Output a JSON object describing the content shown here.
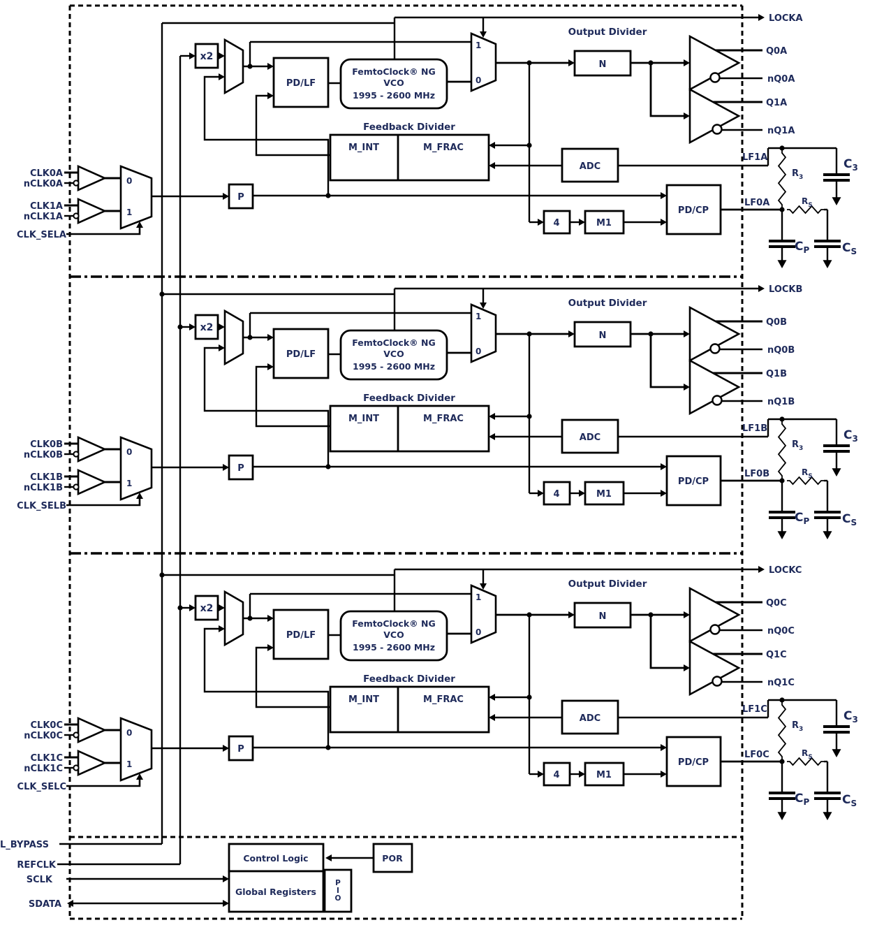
{
  "diagram": {
    "colors": {
      "line": "#000000",
      "text": "#1e2a5a",
      "background": "#ffffff"
    },
    "channels": [
      {
        "id": "a",
        "clk0": "CLK0A",
        "nclk0": "nCLK0A",
        "clk1": "CLK1A",
        "nclk1": "nCLK1A",
        "clk_sel": "CLK_SELA",
        "lock": "LOCKA",
        "q0": "Q0A",
        "nq0": "nQ0A",
        "q1": "Q1A",
        "nq1": "nQ1A",
        "lf1": "LF1A",
        "lf0": "LF0A"
      },
      {
        "id": "b",
        "clk0": "CLK0B",
        "nclk0": "nCLK0B",
        "clk1": "CLK1B",
        "nclk1": "nCLK1B",
        "clk_sel": "CLK_SELB",
        "lock": "LOCKB",
        "q0": "Q0B",
        "nq0": "nQ0B",
        "q1": "Q1B",
        "nq1": "nQ1B",
        "lf1": "LF1B",
        "lf0": "LF0B"
      },
      {
        "id": "c",
        "clk0": "CLK0C",
        "nclk0": "nCLK0C",
        "clk1": "CLK1C",
        "nclk1": "nCLK1C",
        "clk_sel": "CLK_SELC",
        "lock": "LOCKC",
        "q0": "Q0C",
        "nq0": "nQ0C",
        "q1": "Q1C",
        "nq1": "nQ1C",
        "lf1": "LF1C",
        "lf0": "LF0C"
      }
    ],
    "blocks": {
      "doubler": "x2",
      "pd_lf": "PD/LF",
      "vco_line1": "FemtoClock® NG",
      "vco_line2": "VCO",
      "vco_line3": "1995 - 2600 MHz",
      "feedback_divider_title": "Feedback Divider",
      "m_int": "M_INT",
      "m_frac": "M_FRAC",
      "p_divider": "P",
      "adc": "ADC",
      "div4": "4",
      "m1": "M1",
      "pd_cp": "PD/CP",
      "output_divider_title": "Output Divider",
      "n_divider": "N",
      "zero": "0",
      "one": "1"
    },
    "filter": {
      "r3": {
        "base": "R",
        "sub": "3"
      },
      "c3": {
        "base": "C",
        "sub": "3"
      },
      "rs": {
        "base": "R",
        "sub": "S"
      },
      "cp": {
        "base": "C",
        "sub": "P"
      },
      "cs": {
        "base": "C",
        "sub": "S"
      }
    },
    "control": {
      "pll_bypass": "L_BYPASS",
      "refclk": "REFCLK",
      "sclk": "SCLK",
      "sdata": "SDATA",
      "control_logic": "Control Logic",
      "por": "POR",
      "global_registers": "Global Registers",
      "pio_letters": [
        "P",
        "I",
        "O"
      ]
    }
  }
}
